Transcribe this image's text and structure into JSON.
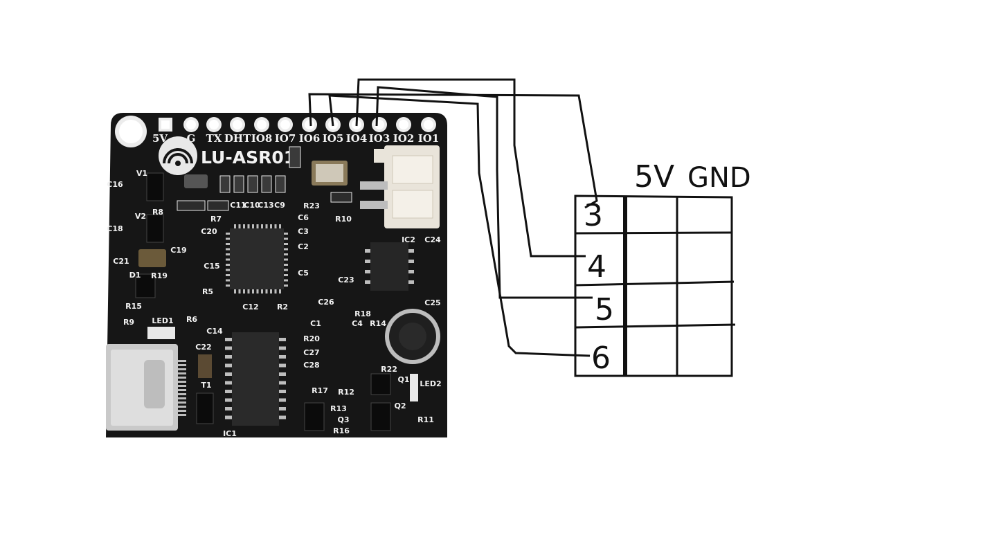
{
  "board": {
    "name": "LU-ASR01",
    "pins": [
      "5V",
      "G",
      "TX",
      "DHT",
      "IO8",
      "IO7",
      "IO6",
      "IO5",
      "IO4",
      "IO3",
      "IO2",
      "IO1"
    ],
    "labels": {
      "V1": "V1",
      "V2": "V2",
      "C16": "C16",
      "C18": "C18",
      "R8": "R8",
      "R7": "R7",
      "C20": "C20",
      "C19": "C19",
      "C21": "C21",
      "D1": "D1",
      "R19": "R19",
      "R15": "R15",
      "R9": "R9",
      "LED1": "LED1",
      "R6": "R6",
      "R5": "R5",
      "C15": "C15",
      "C14": "C14",
      "C12": "C12",
      "R2": "R2",
      "C22": "C22",
      "T1": "T1",
      "IC1": "IC1",
      "C11": "C11",
      "C10": "C10",
      "C13": "C13",
      "C9": "C9",
      "R23": "R23",
      "C6": "C6",
      "C3": "C3",
      "C2": "C2",
      "C5": "C5",
      "R10": "R10",
      "IC2": "IC2",
      "C24": "C24",
      "C23": "C23",
      "C26": "C26",
      "C25": "C25",
      "C1": "C1",
      "C4": "C4",
      "R18": "R18",
      "R14": "R14",
      "R20": "R20",
      "C27": "C27",
      "C28": "C28",
      "R22": "R22",
      "R11": "R11",
      "R12": "R12",
      "R13": "R13",
      "R16": "R16",
      "Q3": "Q3",
      "Q1": "Q1",
      "Q2": "Q2",
      "LED2": "LED2",
      "R17": "R17"
    }
  },
  "header_labels": {
    "vcc": "5V",
    "gnd": "GND"
  },
  "rows": [
    {
      "label": "3"
    },
    {
      "label": "4"
    },
    {
      "label": "5"
    },
    {
      "label": "6"
    }
  ],
  "colors": {
    "pcb": "#161616",
    "silkscreen": "#f2f2f2",
    "ink": "#111111",
    "connector": "#e9e4da",
    "usb": "#c9c9c9"
  },
  "wires": [
    {
      "from": "IO6",
      "to": "3"
    },
    {
      "from": "IO4",
      "to": "4"
    },
    {
      "from": "IO3",
      "to": "5"
    },
    {
      "from": "IO5",
      "to": "6"
    }
  ]
}
